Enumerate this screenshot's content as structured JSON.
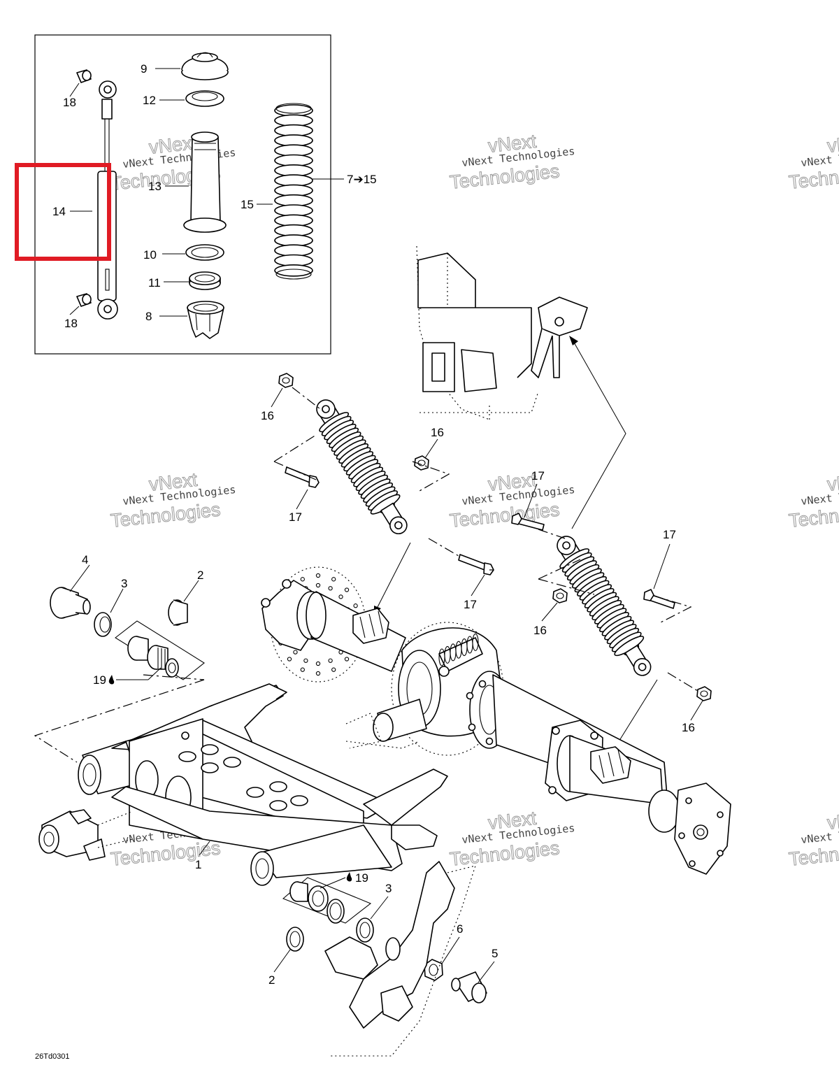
{
  "diagram_code": "26Td0301",
  "highlight_color": "#e01b24",
  "watermark": {
    "line1": "vNext Technologies",
    "line2": "vNext",
    "line3": "Technologies"
  },
  "callouts": {
    "c1": "1",
    "c2a": "2",
    "c2b": "2",
    "c3a": "3",
    "c3b": "3",
    "c4": "4",
    "c5": "5",
    "c6": "6",
    "c7_15": "7➔15",
    "c8": "8",
    "c9": "9",
    "c10": "10",
    "c11": "11",
    "c12": "12",
    "c13": "13",
    "c14": "14",
    "c15": "15",
    "c16a": "16",
    "c16b": "16",
    "c16c": "16",
    "c16d": "16",
    "c17a": "17",
    "c17b": "17",
    "c17c": "17",
    "c17d": "17",
    "c18a": "18",
    "c18b": "18",
    "c19a": "19",
    "c19b": "19"
  }
}
